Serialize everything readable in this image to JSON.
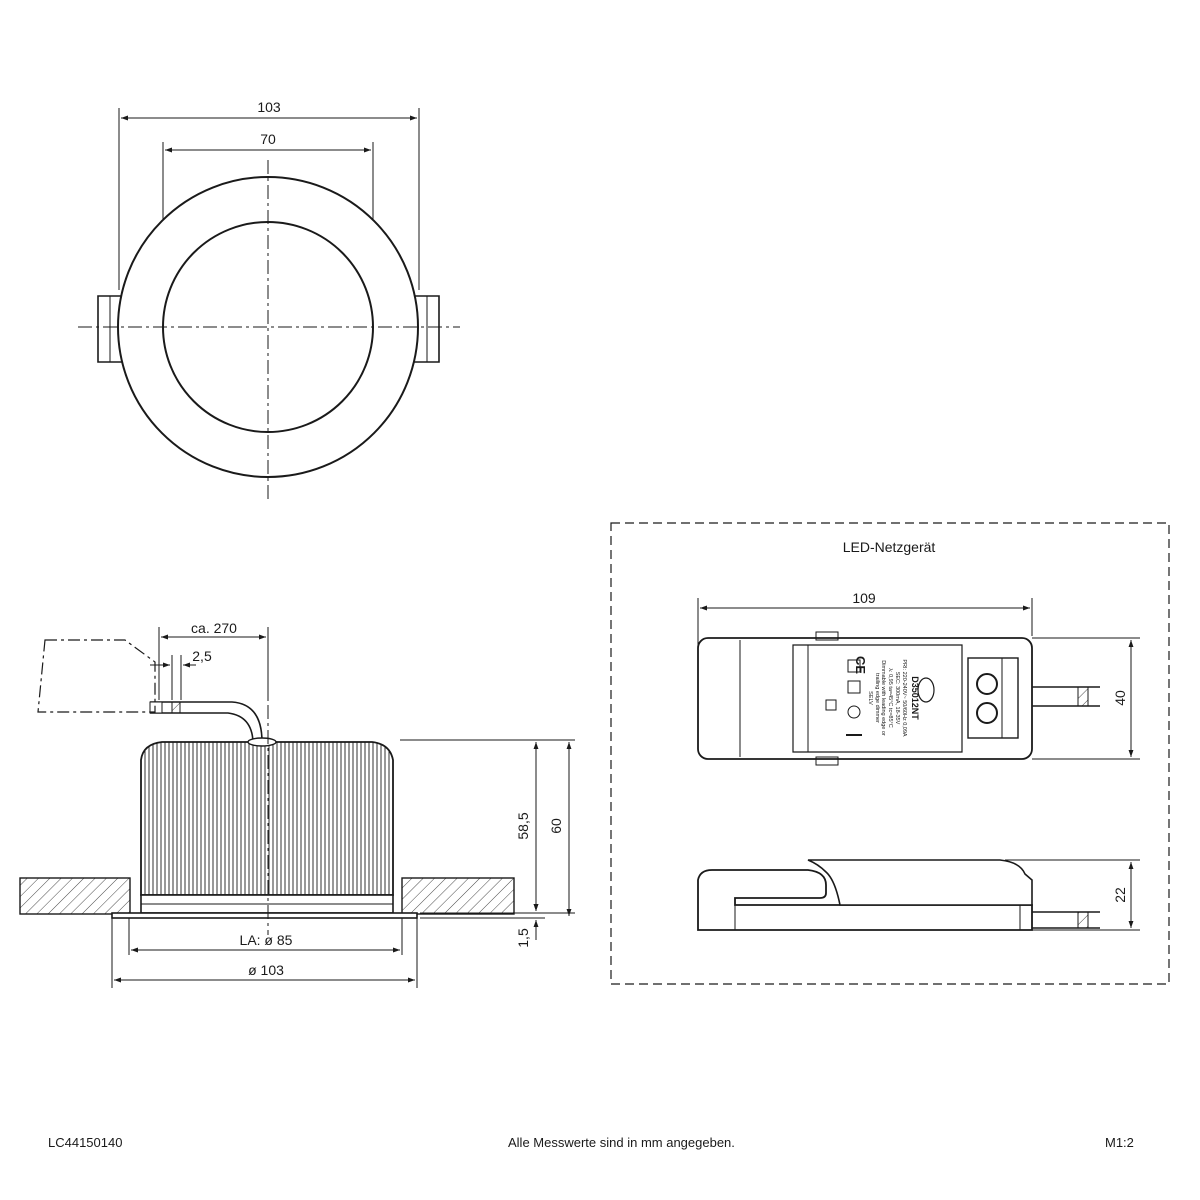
{
  "footer": {
    "article_number": "LC44150140",
    "note": "Alle Messwerte sind in mm angegeben.",
    "scale": "M1:2"
  },
  "top_view": {
    "outer_diameter": "103",
    "inner_diameter": "70"
  },
  "side_view": {
    "cable_length": "ca. 270",
    "cable_offset": "2,5",
    "body_height": "58,5",
    "total_height": "60",
    "flange_thickness": "1,5",
    "cutout": "LA: ø 85",
    "flange_diameter": "ø 103"
  },
  "driver": {
    "title": "LED-Netzgerät",
    "length": "109",
    "width": "40",
    "height": "22",
    "model": "D35012NT",
    "label_lines": [
      "PRI: 220-240V~ 50/60Hz 0,09A",
      "SEC: 300mA, 18-35V",
      "λ: 0,95 ta=45°C tc=85°C",
      "Dimmable with leading edge or",
      "trailing edge dimmer",
      "SELV"
    ]
  },
  "colors": {
    "line": "#1a1a1a",
    "background": "#ffffff"
  }
}
